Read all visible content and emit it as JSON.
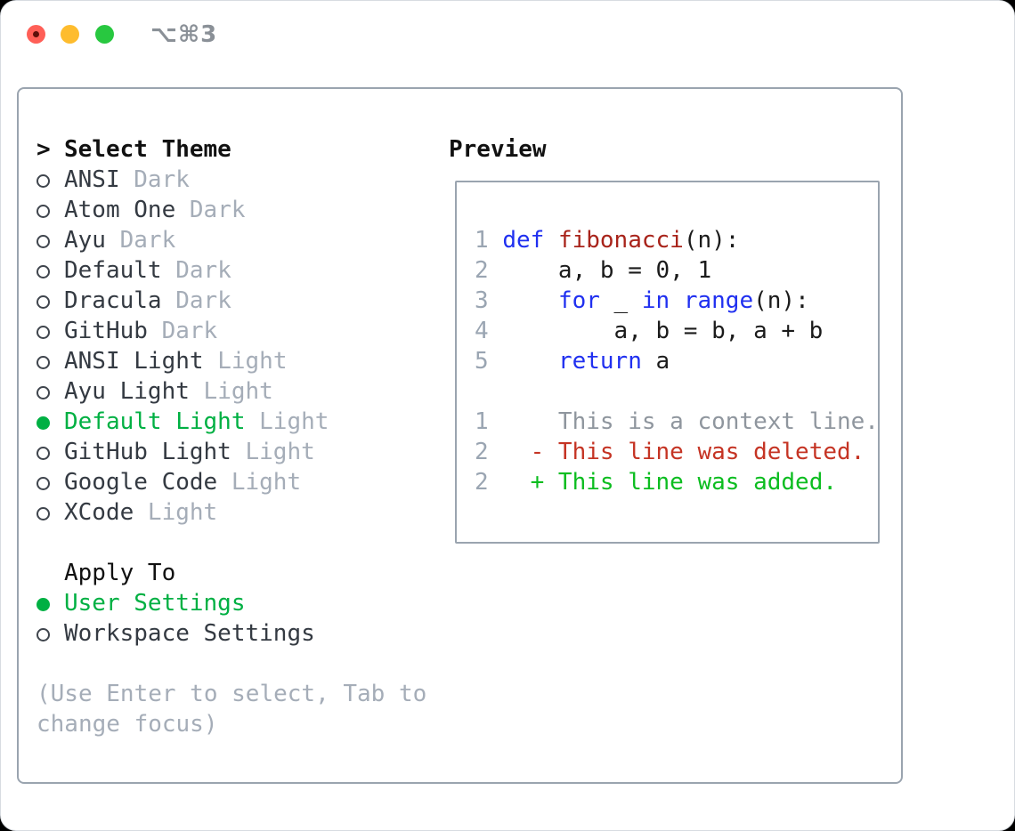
{
  "window": {
    "title": "⌥⌘3"
  },
  "colors": {
    "accent_green": "#00b043",
    "keyword_blue": "#2030f0",
    "function_red": "#a8231a",
    "deleted_red": "#c53424",
    "added_green": "#0cbd20",
    "muted_gray": "#a5adb8",
    "line_number_gray": "#9aa5b2",
    "context_gray": "#8f969e",
    "border_gray": "#9aa4af",
    "traffic_red": "#ff5f57",
    "traffic_yellow": "#febc2e",
    "traffic_green": "#28c840",
    "title_gray": "#8a9097"
  },
  "theme_list": {
    "cursor": ">",
    "header": "Select Theme",
    "items": [
      {
        "name": "ANSI",
        "variant": "Dark",
        "selected": false
      },
      {
        "name": "Atom One",
        "variant": "Dark",
        "selected": false
      },
      {
        "name": "Ayu",
        "variant": "Dark",
        "selected": false
      },
      {
        "name": "Default",
        "variant": "Dark",
        "selected": false
      },
      {
        "name": "Dracula",
        "variant": "Dark",
        "selected": false
      },
      {
        "name": "GitHub",
        "variant": "Dark",
        "selected": false
      },
      {
        "name": "ANSI Light",
        "variant": "Light",
        "selected": false
      },
      {
        "name": "Ayu Light",
        "variant": "Light",
        "selected": false
      },
      {
        "name": "Default Light",
        "variant": "Light",
        "selected": true
      },
      {
        "name": "GitHub Light",
        "variant": "Light",
        "selected": false
      },
      {
        "name": "Google Code",
        "variant": "Light",
        "selected": false
      },
      {
        "name": "XCode",
        "variant": "Light",
        "selected": false
      }
    ]
  },
  "apply_to": {
    "header": "Apply To",
    "options": [
      {
        "label": "User Settings",
        "selected": true
      },
      {
        "label": "Workspace Settings",
        "selected": false
      }
    ]
  },
  "hint_lines": [
    "(Use Enter to select, Tab to",
    "change focus)"
  ],
  "preview": {
    "header": "Preview",
    "code_lines": [
      {
        "num": "1",
        "tokens": [
          [
            "keyword",
            "def"
          ],
          [
            "plain",
            " "
          ],
          [
            "function",
            "fibonacci"
          ],
          [
            "plain",
            "(n):"
          ]
        ]
      },
      {
        "num": "2",
        "tokens": [
          [
            "plain",
            "    a, b = 0, 1"
          ]
        ]
      },
      {
        "num": "3",
        "tokens": [
          [
            "plain",
            "    "
          ],
          [
            "keyword",
            "for"
          ],
          [
            "plain",
            " _ "
          ],
          [
            "keyword",
            "in"
          ],
          [
            "plain",
            " "
          ],
          [
            "keyword",
            "range"
          ],
          [
            "plain",
            "(n):"
          ]
        ]
      },
      {
        "num": "4",
        "tokens": [
          [
            "plain",
            "        a, b = b, a + b"
          ]
        ]
      },
      {
        "num": "5",
        "tokens": [
          [
            "plain",
            "    "
          ],
          [
            "keyword",
            "return"
          ],
          [
            "plain",
            " a"
          ]
        ]
      }
    ],
    "diff_lines": [
      {
        "num": "1",
        "marker": " ",
        "kind": "context",
        "text": "This is a context line."
      },
      {
        "num": "2",
        "marker": "-",
        "kind": "deleted",
        "text": "This line was deleted."
      },
      {
        "num": "2",
        "marker": "+",
        "kind": "added",
        "text": "This line was added."
      }
    ]
  }
}
